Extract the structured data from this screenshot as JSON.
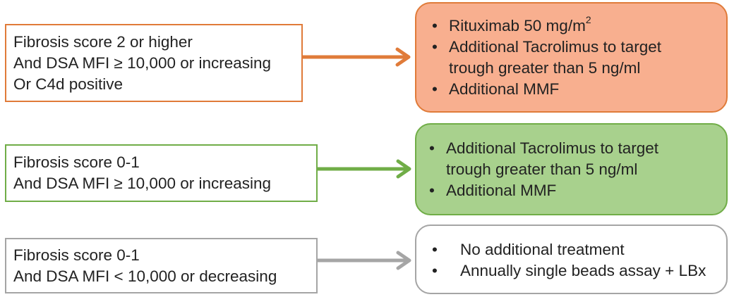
{
  "colors": {
    "orange": "#E07B39",
    "green": "#70AD47",
    "gray": "#A5A5A5"
  },
  "rows": [
    {
      "condition_lines": [
        "Fibrosis score 2 or higher",
        "And DSA MFI ≥ 10,000 or increasing",
        "Or C4d positive"
      ],
      "treatments": [
        {
          "text": "Rituximab 50 mg/m",
          "sup": "2"
        },
        {
          "text": "Additional Tacrolimus to target"
        },
        {
          "text": "trough greater than 5 ng/ml",
          "continuation": true
        },
        {
          "text": "Additional MMF"
        }
      ]
    },
    {
      "condition_lines": [
        "Fibrosis score 0-1",
        "And DSA MFI ≥ 10,000 or increasing"
      ],
      "treatments": [
        {
          "text": "Additional Tacrolimus to target"
        },
        {
          "text": "trough greater than 5 ng/ml",
          "continuation": true
        },
        {
          "text": "Additional MMF"
        }
      ]
    },
    {
      "condition_lines": [
        "Fibrosis score 0-1",
        "And DSA MFI < 10,000 or decreasing"
      ],
      "treatments": [
        {
          "text": "No additional treatment"
        },
        {
          "text": "Annually single beads assay + LBx"
        }
      ]
    }
  ]
}
